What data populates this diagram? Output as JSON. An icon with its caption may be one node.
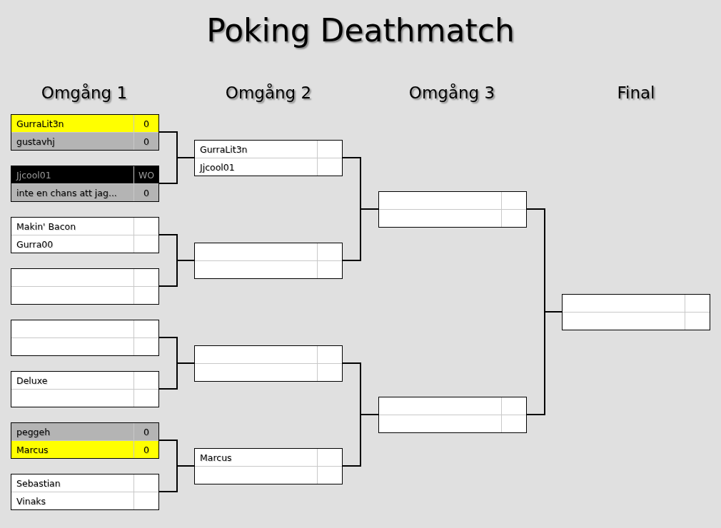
{
  "diagram": {
    "title": "Poking Deathmatch",
    "nodes": [
      {
        "text": [
          "GurraLit3n",
          "0",
          "gustavhj",
          "0"
        ]
      },
      {
        "text": [
          "Jjcool01",
          "WO",
          "inte en chans att jag...",
          "0"
        ]
      },
      {
        "text": [
          "Makin' Bacon",
          "Gurra00"
        ]
      },
      {
        "text": [],
        "shape": "box"
      },
      {
        "text": [],
        "shape": "box"
      },
      {
        "text": [
          "Deluxe"
        ]
      },
      {
        "text": [
          "peggeh",
          "0",
          "Marcus",
          "0"
        ]
      },
      {
        "text": [
          "Sebastian",
          "Vinaks"
        ]
      },
      {
        "text": [
          "GurraLit3n",
          "Jjcool01"
        ]
      },
      {
        "text": [],
        "shape": "box"
      },
      {
        "text": [],
        "shape": "box"
      },
      {
        "text": [
          "Marcus"
        ]
      },
      {
        "text": [],
        "shape": "box"
      },
      {
        "text": [],
        "shape": "box"
      },
      {
        "text": [],
        "shape": "box"
      }
    ],
    "edges": [
      {
        "from": 0,
        "to": 8,
        "arrow": "none"
      },
      {
        "from": 1,
        "to": 8,
        "arrow": "none"
      },
      {
        "from": 2,
        "to": 9,
        "arrow": "none"
      },
      {
        "from": 3,
        "to": 9,
        "arrow": "none"
      },
      {
        "from": 4,
        "to": 10,
        "arrow": "none"
      },
      {
        "from": 5,
        "to": 10,
        "arrow": "none"
      },
      {
        "from": 6,
        "to": 11,
        "arrow": "none"
      },
      {
        "from": 7,
        "to": 11,
        "arrow": "none"
      },
      {
        "from": 8,
        "to": 12,
        "arrow": "none"
      },
      {
        "from": 9,
        "to": 12,
        "arrow": "none"
      },
      {
        "from": 10,
        "to": 13,
        "arrow": "none"
      },
      {
        "from": 11,
        "to": 13,
        "arrow": "none"
      },
      {
        "from": 12,
        "to": 14,
        "arrow": "none"
      },
      {
        "from": 13,
        "to": 14,
        "arrow": "none"
      }
    ],
    "labels": [
      "Omgång 1",
      "Omgång 2",
      "Omgång 3",
      "Final"
    ]
  }
}
